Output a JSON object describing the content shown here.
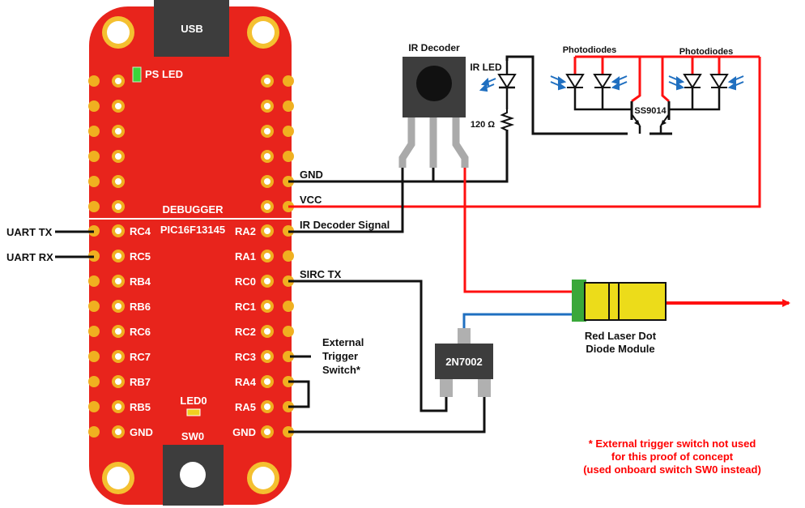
{
  "board": {
    "usb_label": "USB",
    "ps_led_label": "PS LED",
    "debugger_label": "DEBUGGER",
    "chip_label": "PIC16F13145",
    "led0_label": "LED0",
    "sw0_label": "SW0",
    "left_pins": [
      "RC4",
      "RC5",
      "RB4",
      "RB6",
      "RC6",
      "RC7",
      "RB7",
      "RB5",
      "GND"
    ],
    "right_pins": [
      "RA2",
      "RA1",
      "RC0",
      "RC1",
      "RC2",
      "RC3",
      "RA4",
      "RA5",
      "GND"
    ]
  },
  "signals": {
    "uart_tx": "UART TX",
    "uart_rx": "UART RX",
    "gnd": "GND",
    "vcc": "VCC",
    "ir_decoder_signal": "IR Decoder Signal",
    "sirc_tx": "SIRC TX",
    "ext_trigger_1": "External",
    "ext_trigger_2": "Trigger",
    "ext_trigger_3": "Switch*"
  },
  "components": {
    "ir_decoder": "IR Decoder",
    "ir_led": "IR LED",
    "resistor": "120 Ω",
    "photodiodes_left": "Photodiodes",
    "photodiodes_right": "Photodiodes",
    "transistor": "SS9014",
    "mosfet": "2N7002",
    "laser_1": "Red Laser Dot",
    "laser_2": "Diode Module"
  },
  "note": {
    "line1": "* External trigger switch not used",
    "line2": "for this proof of concept",
    "line3": "(used onboard switch SW0 instead)"
  },
  "colors": {
    "board_red": "#e8241c",
    "wire_red": "#ff1010",
    "wire_black": "#111111",
    "wire_blue": "#1f6fc0",
    "pad_gold": "#f0b020",
    "laser_yellow": "#ecdc1a",
    "terminal_green": "#3aa83a",
    "note_red": "#ff0000",
    "chip_gray": "#3d3d3d"
  }
}
